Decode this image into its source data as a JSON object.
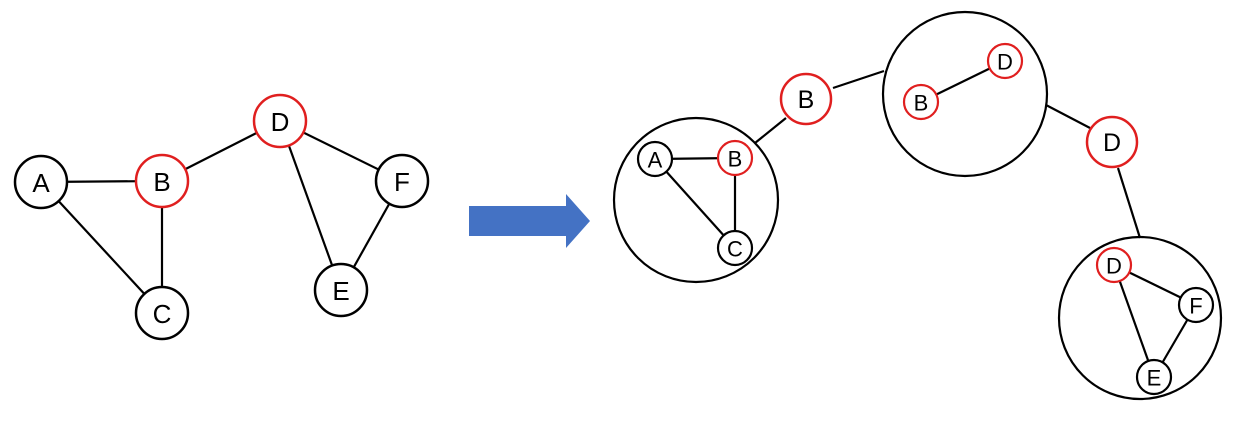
{
  "colors": {
    "normal_stroke": "#000000",
    "articulation_stroke": "#e01f1f",
    "arrow_fill": "#4472c4",
    "background": "#ffffff"
  },
  "original_graph": {
    "nodes": [
      {
        "id": "A",
        "label": "A",
        "articulation": false
      },
      {
        "id": "B",
        "label": "B",
        "articulation": true
      },
      {
        "id": "C",
        "label": "C",
        "articulation": false
      },
      {
        "id": "D",
        "label": "D",
        "articulation": true
      },
      {
        "id": "E",
        "label": "E",
        "articulation": false
      },
      {
        "id": "F",
        "label": "F",
        "articulation": false
      }
    ],
    "edges": [
      [
        "A",
        "B"
      ],
      [
        "A",
        "C"
      ],
      [
        "B",
        "C"
      ],
      [
        "B",
        "D"
      ],
      [
        "D",
        "F"
      ],
      [
        "D",
        "E"
      ],
      [
        "E",
        "F"
      ]
    ]
  },
  "arrow": {
    "icon": "right-arrow-icon"
  },
  "block_cut_tree": {
    "blocks": [
      {
        "id": "blk1",
        "nodes": [
          {
            "label": "A",
            "articulation": false
          },
          {
            "label": "B",
            "articulation": true
          },
          {
            "label": "C",
            "articulation": false
          }
        ]
      },
      {
        "id": "blk2",
        "nodes": [
          {
            "label": "B",
            "articulation": true
          },
          {
            "label": "D",
            "articulation": true
          }
        ]
      },
      {
        "id": "blk3",
        "nodes": [
          {
            "label": "D",
            "articulation": true
          },
          {
            "label": "F",
            "articulation": false
          },
          {
            "label": "E",
            "articulation": false
          }
        ]
      }
    ],
    "cut_vertices": [
      {
        "label": "B"
      },
      {
        "label": "D"
      }
    ]
  }
}
